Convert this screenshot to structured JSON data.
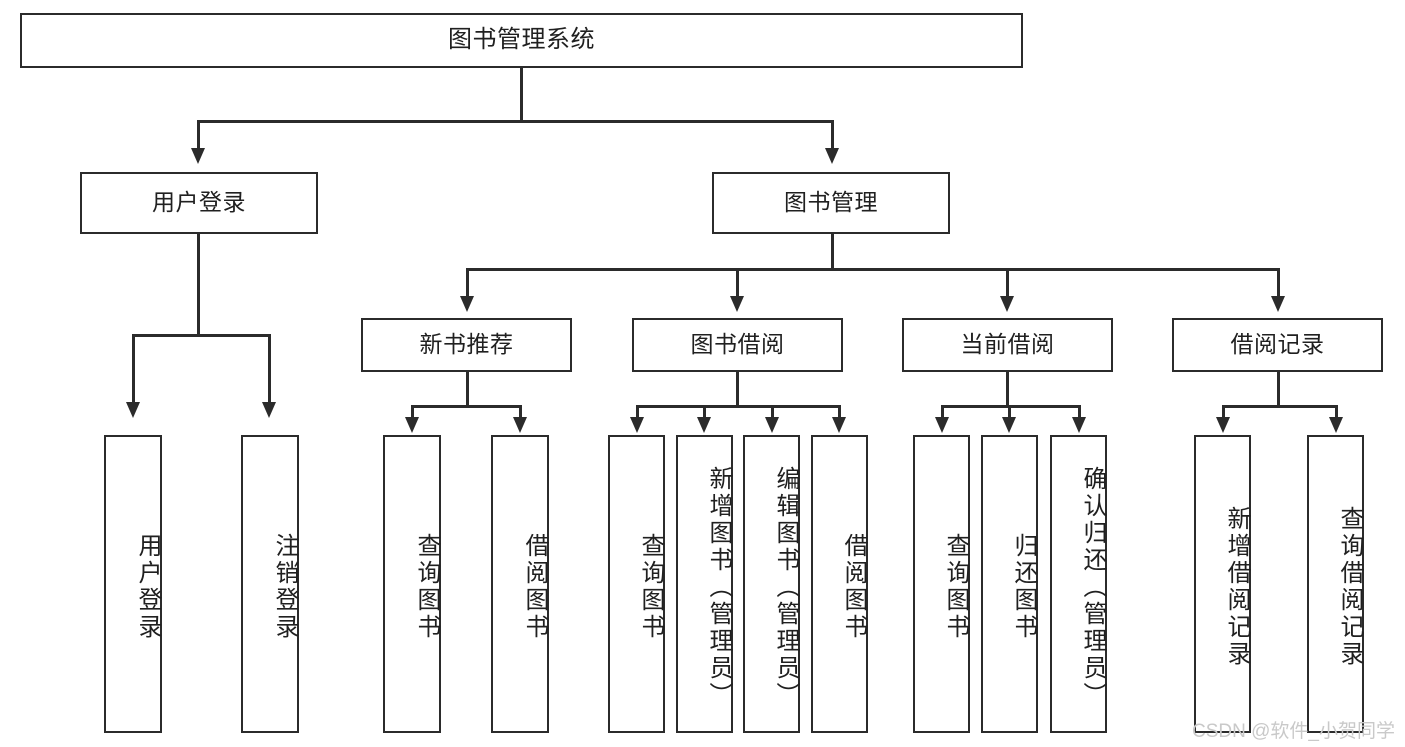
{
  "diagram": {
    "title": "图书管理系统",
    "watermark": "CSDN @软件_小贺同学",
    "colors": {
      "line": "#2b2b2b",
      "box_fill": "#ffffff",
      "text": "#202020",
      "background": "#ffffff",
      "watermark": "#c9c9c9"
    },
    "root": {
      "label": "图书管理系统"
    },
    "level2": [
      {
        "label": "用户登录"
      },
      {
        "label": "图书管理"
      }
    ],
    "level3": [
      {
        "label": "新书推荐"
      },
      {
        "label": "图书借阅"
      },
      {
        "label": "当前借阅"
      },
      {
        "label": "借阅记录"
      }
    ],
    "leaves": {
      "user_login": [
        {
          "label": "用户登录"
        },
        {
          "label": "注销登录"
        }
      ],
      "new_book": [
        {
          "label": "查询图书"
        },
        {
          "label": "借阅图书"
        }
      ],
      "borrow_book": [
        {
          "label": "查询图书"
        },
        {
          "label": "新增图书（管理员）"
        },
        {
          "label": "编辑图书（管理员）"
        },
        {
          "label": "借阅图书"
        }
      ],
      "current_borrow": [
        {
          "label": "查询图书"
        },
        {
          "label": "归还图书"
        },
        {
          "label": "确认归还（管理员）"
        }
      ],
      "borrow_record": [
        {
          "label": "新增借阅记录"
        },
        {
          "label": "查询借阅记录"
        }
      ]
    }
  }
}
